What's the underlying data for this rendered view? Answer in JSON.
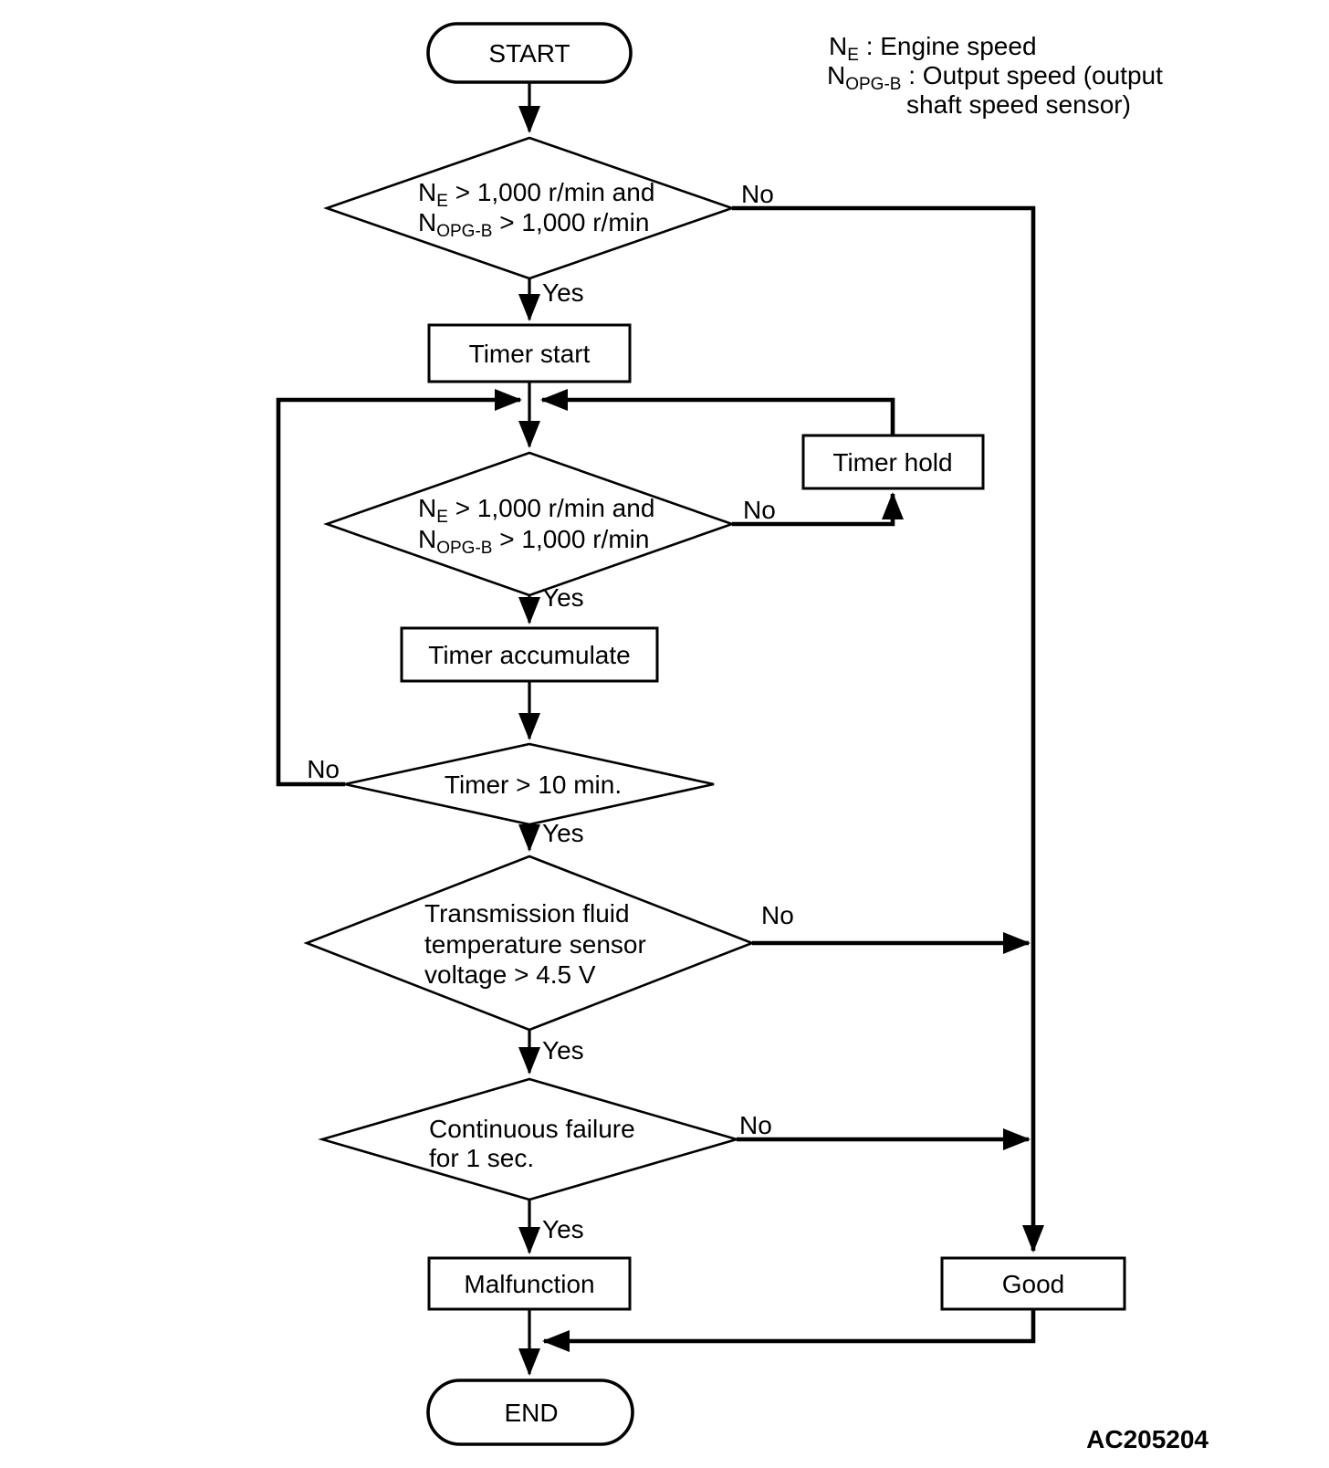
{
  "figure_id": "AC205204",
  "colors": {
    "ink": "#000000",
    "background": "#ffffff"
  },
  "legend": {
    "item1": {
      "sym": "N",
      "sub": "E",
      "label": " : Engine speed"
    },
    "item2": {
      "sym": "N",
      "sub": "OPG-B",
      "label": " : Output speed (output"
    },
    "item2_cont": "shaft speed sensor)"
  },
  "nodes": {
    "start": "START",
    "decision1": {
      "l1_sym": "N",
      "l1_sub": "E",
      "l1_text": " > 1,000 r/min and",
      "l2_sym": "N",
      "l2_sub": "OPG-B",
      "l2_text": " > 1,000 r/min"
    },
    "timer_start": "Timer start",
    "timer_hold": "Timer hold",
    "decision2": {
      "l1_sym": "N",
      "l1_sub": "E",
      "l1_text": " > 1,000 r/min and",
      "l2_sym": "N",
      "l2_sub": "OPG-B",
      "l2_text": " > 1,000 r/min"
    },
    "timer_accumulate": "Timer accumulate",
    "decision3": "Timer > 10 min.",
    "decision4": {
      "line1": "Transmission fluid",
      "line2": "temperature sensor",
      "line3": "voltage > 4.5 V"
    },
    "decision5": {
      "line1": "Continuous failure",
      "line2": "for 1 sec."
    },
    "malfunction": "Malfunction",
    "good": "Good",
    "end": "END"
  },
  "edges": {
    "d1_yes": "Yes",
    "d1_no": "No",
    "d2_yes": "Yes",
    "d2_no": "No",
    "d3_yes": "Yes",
    "d3_no": "No",
    "d4_yes": "Yes",
    "d4_no": "No",
    "d5_yes": "Yes",
    "d5_no": "No"
  }
}
